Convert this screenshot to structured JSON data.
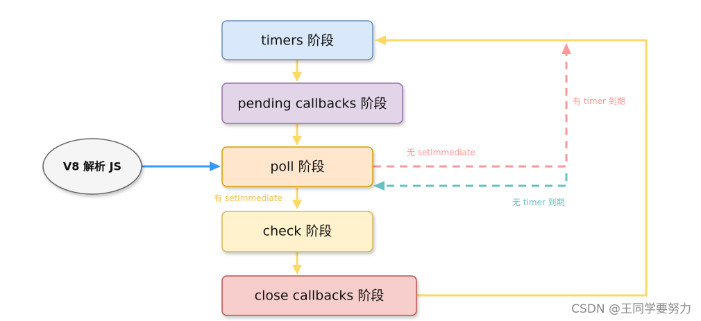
{
  "nodes": {
    "timers": {
      "label": "timers 阶段",
      "fill": "#dae8fc",
      "stroke": "#6c8ebf"
    },
    "pending": {
      "label": "pending callbacks 阶段",
      "fill": "#e1d5e7",
      "stroke": "#9673a6"
    },
    "poll": {
      "label": "poll 阶段",
      "fill": "#ffe6cc",
      "stroke": "#d79b00"
    },
    "check": {
      "label": "check 阶段",
      "fill": "#fff2cc",
      "stroke": "#d6b656"
    },
    "close": {
      "label": "close callbacks 阶段",
      "fill": "#f8cecc",
      "stroke": "#b85450"
    },
    "v8": {
      "label": "V8 解析 JS",
      "fill": "#f5f5f5",
      "stroke": "#666666"
    }
  },
  "edge_labels": {
    "no_setimmediate": "无 setImmediate",
    "has_setimmediate": "有 setImmediate",
    "has_timer_expired": "有 timer 到期",
    "no_timer_expired": "无 timer 到期"
  },
  "colors": {
    "main_flow": "#ffd966",
    "v8_arrow": "#3399ff",
    "red_dashed": "#ff9999",
    "teal_dashed": "#67c0c0",
    "has_setimmediate_text": "#f0c24a"
  },
  "watermark": "CSDN @王同学要努力"
}
